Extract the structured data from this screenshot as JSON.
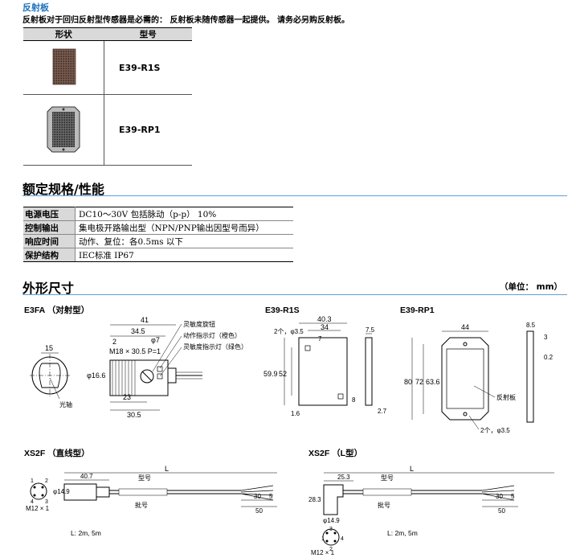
{
  "reflector": {
    "title": "反射板",
    "note": "反射板对于回归反射型传感器是必需的： 反射板未随传感器一起提供。 请务必另购反射板。",
    "headers": [
      "形状",
      "型号"
    ],
    "rows": [
      {
        "model": "E39-R1S"
      },
      {
        "model": "E39-RP1"
      }
    ]
  },
  "specs": {
    "title": "额定规格/性能",
    "rows": [
      {
        "key": "电源电压",
        "value": "DC10～30V 包括脉动（p-p） 10%"
      },
      {
        "key": "控制输出",
        "value": "集电极开路输出型（NPN/PNP输出因型号而异）"
      },
      {
        "key": "响应时间",
        "value": "动作、复位：各0.5ms 以下"
      },
      {
        "key": "保护结构",
        "value": "IEC标准 IP67"
      }
    ]
  },
  "dims": {
    "title": "外形尺寸",
    "unit": "（单位： mm）",
    "e3fa": {
      "title": "E3FA （对射型）",
      "d41": "41",
      "d345": "34.5",
      "d2": "2",
      "thread": "M18 × 30.5 P=1",
      "d7": "φ7",
      "d15": "15",
      "d166": "φ16.6",
      "d23": "23",
      "d305": "30.5",
      "axis": "光轴",
      "knob": "灵敏度旋钮",
      "led_orange": "动作指示灯（橙色）",
      "led_green": "灵敏度指示灯（绿色）"
    },
    "r1s": {
      "title": "E39-R1S",
      "d403": "40.3",
      "d34": "34",
      "holes": "2个，φ3.5",
      "d7": "7",
      "d599": "59.9",
      "d52": "52",
      "d8": "8",
      "d16": "1.6",
      "d75": "7.5",
      "d27": "2.7"
    },
    "rp1": {
      "title": "E39-RP1",
      "d44": "44",
      "d80": "80",
      "d72": "72",
      "d636": "63.6",
      "label": "反射板",
      "holes": "2个，φ3.5",
      "d85": "8.5",
      "d3": "3",
      "d02": "0.2"
    },
    "xs2f_s": {
      "title": "XS2F （直线型）",
      "dL": "L",
      "d407": "40.7",
      "d149": "φ14.9",
      "model": "型号",
      "lot": "批号",
      "m12": "M12 × 1",
      "d30": "30",
      "d5": "5",
      "d50": "50",
      "length": "L: 2m, 5m",
      "pins": [
        "1",
        "2",
        "3",
        "4"
      ]
    },
    "xs2f_l": {
      "title": "XS2F （L型）",
      "dL": "L",
      "d253": "25.3",
      "d283": "28.3",
      "model": "型号",
      "lot": "批号",
      "d149": "φ14.9",
      "m12": "M12 × 1",
      "d30": "30",
      "d5": "5",
      "d50": "50",
      "length": "L: 2m, 5m",
      "pins": [
        "1",
        "2",
        "3",
        "4"
      ]
    }
  },
  "colors": {
    "accent": "#1e73be",
    "rule": "#5fa0d8",
    "header_bg": "#d9d9d9"
  }
}
